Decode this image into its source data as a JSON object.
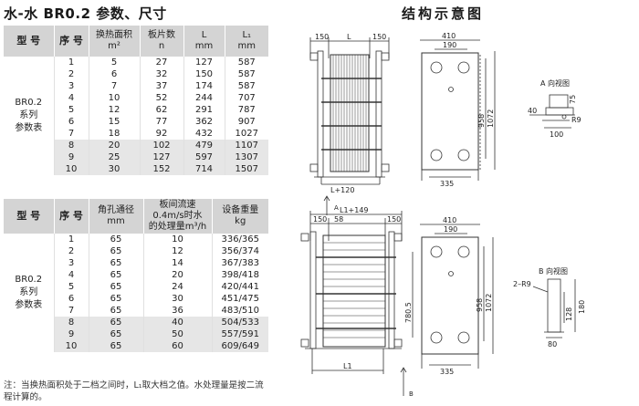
{
  "left_title": "水-水 BR0.2 参数、尺寸",
  "right_title": "结构示意图",
  "table1": {
    "headers": {
      "model": "型 号",
      "seq": "序 号",
      "area_l1": "换热面积",
      "area_l2": "m²",
      "plates_l1": "板片数",
      "plates_l2": "n",
      "L_l1": "L",
      "L_l2": "mm",
      "L1_l1": "L₁",
      "L1_l2": "mm"
    },
    "model_lines": [
      "BR0.2",
      "系列",
      "参数表"
    ],
    "rows": [
      [
        "1",
        "5",
        "27",
        "127",
        "587"
      ],
      [
        "2",
        "6",
        "32",
        "150",
        "587"
      ],
      [
        "3",
        "7",
        "37",
        "174",
        "587"
      ],
      [
        "4",
        "10",
        "52",
        "244",
        "707"
      ],
      [
        "5",
        "12",
        "62",
        "291",
        "787"
      ],
      [
        "6",
        "15",
        "77",
        "362",
        "907"
      ],
      [
        "7",
        "18",
        "92",
        "432",
        "1027"
      ],
      [
        "8",
        "20",
        "102",
        "479",
        "1107"
      ],
      [
        "9",
        "25",
        "127",
        "597",
        "1307"
      ],
      [
        "10",
        "30",
        "152",
        "714",
        "1507"
      ]
    ]
  },
  "table2": {
    "headers": {
      "model": "型 号",
      "seq": "序 号",
      "port_l1": "角孔通径",
      "port_l2": "mm",
      "flow_l1": "板间流速",
      "flow_l2": "0.4m/s时水",
      "flow_l3": "的处理量m³/h",
      "weight_l1": "设备重量",
      "weight_l2": "kg"
    },
    "model_lines": [
      "BR0.2",
      "系列",
      "参数表"
    ],
    "rows": [
      [
        "1",
        "65",
        "10",
        "336/365"
      ],
      [
        "2",
        "65",
        "12",
        "356/374"
      ],
      [
        "3",
        "65",
        "14",
        "367/383"
      ],
      [
        "4",
        "65",
        "20",
        "398/418"
      ],
      [
        "5",
        "65",
        "24",
        "420/441"
      ],
      [
        "6",
        "65",
        "30",
        "451/475"
      ],
      [
        "7",
        "65",
        "36",
        "483/510"
      ],
      [
        "8",
        "65",
        "40",
        "504/533"
      ],
      [
        "9",
        "65",
        "50",
        "557/591"
      ],
      [
        "10",
        "65",
        "60",
        "609/649"
      ]
    ]
  },
  "note_lines": [
    "注：当换热面积处于二档之间时，L₁取大档之值。水处理量是按二流",
    "程计算的。"
  ],
  "drawing_labels": {
    "a_150_left": "150",
    "a_L": "L",
    "a_150_right": "150",
    "a_410": "410",
    "a_190": "190",
    "a_958": "958",
    "a_1072": "1072",
    "a_L120": "L+120",
    "a_335": "335",
    "a_arrow": "A",
    "a_view": "A 向视图",
    "a_40": "40",
    "a_75": "75",
    "a_R9": "R9",
    "a_100": "100",
    "b_L1149": "L1+149",
    "b_150_left": "150",
    "b_58": "58",
    "b_150_right": "150",
    "b_410": "410",
    "b_190": "190",
    "b_780": "780.5",
    "b_958": "958",
    "b_1072": "1072",
    "b_L1": "L1",
    "b_335": "335",
    "b_arrow": "B",
    "b_view": "B 向视图",
    "b_2R9": "2–R9",
    "b_128": "128",
    "b_180": "180",
    "b_80": "80"
  }
}
